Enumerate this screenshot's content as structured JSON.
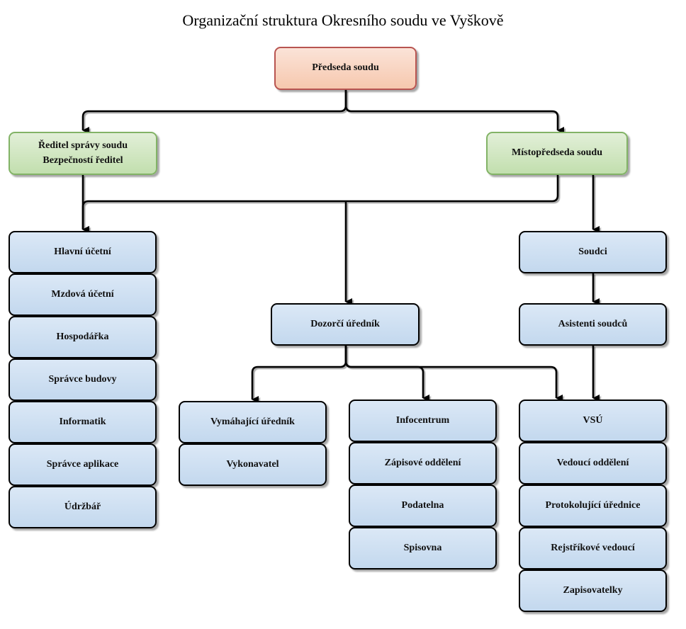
{
  "title": "Organizační struktura Okresního soudu ve Vyškově",
  "nodes": {
    "predseda": "Předseda soudu",
    "reditel_line1": "Ředitel správy soudu",
    "reditel_line2": "Bezpečností ředitel",
    "mistopredseda": "Místopředseda soudu",
    "dozorci": "Dozorčí úředník",
    "soudci": "Soudci",
    "asistenti": "Asistenti soudců"
  },
  "columns": {
    "sprava": [
      "Hlavní účetní",
      "Mzdová účetní",
      "Hospodářka",
      "Správce budovy",
      "Informatik",
      "Správce aplikace",
      "Údržbář"
    ],
    "vymahani": [
      "Vymáhající úředník",
      "Vykonavatel"
    ],
    "kancelar": [
      "Infocentrum",
      "Zápisové oddělení",
      "Podatelna",
      "Spisovna"
    ],
    "vsu": [
      "VSÚ",
      "Vedoucí oddělení",
      "Protokolující úřednice",
      "Rejstříkové vedoucí",
      "Zapisovatelky"
    ]
  },
  "colors": {
    "top": "#f6c8ae",
    "top_border": "#b85450",
    "second_level": "#c2dfae",
    "second_level_border": "#82b366",
    "unit": "#c3d8ee",
    "unit_border": "#000000"
  }
}
